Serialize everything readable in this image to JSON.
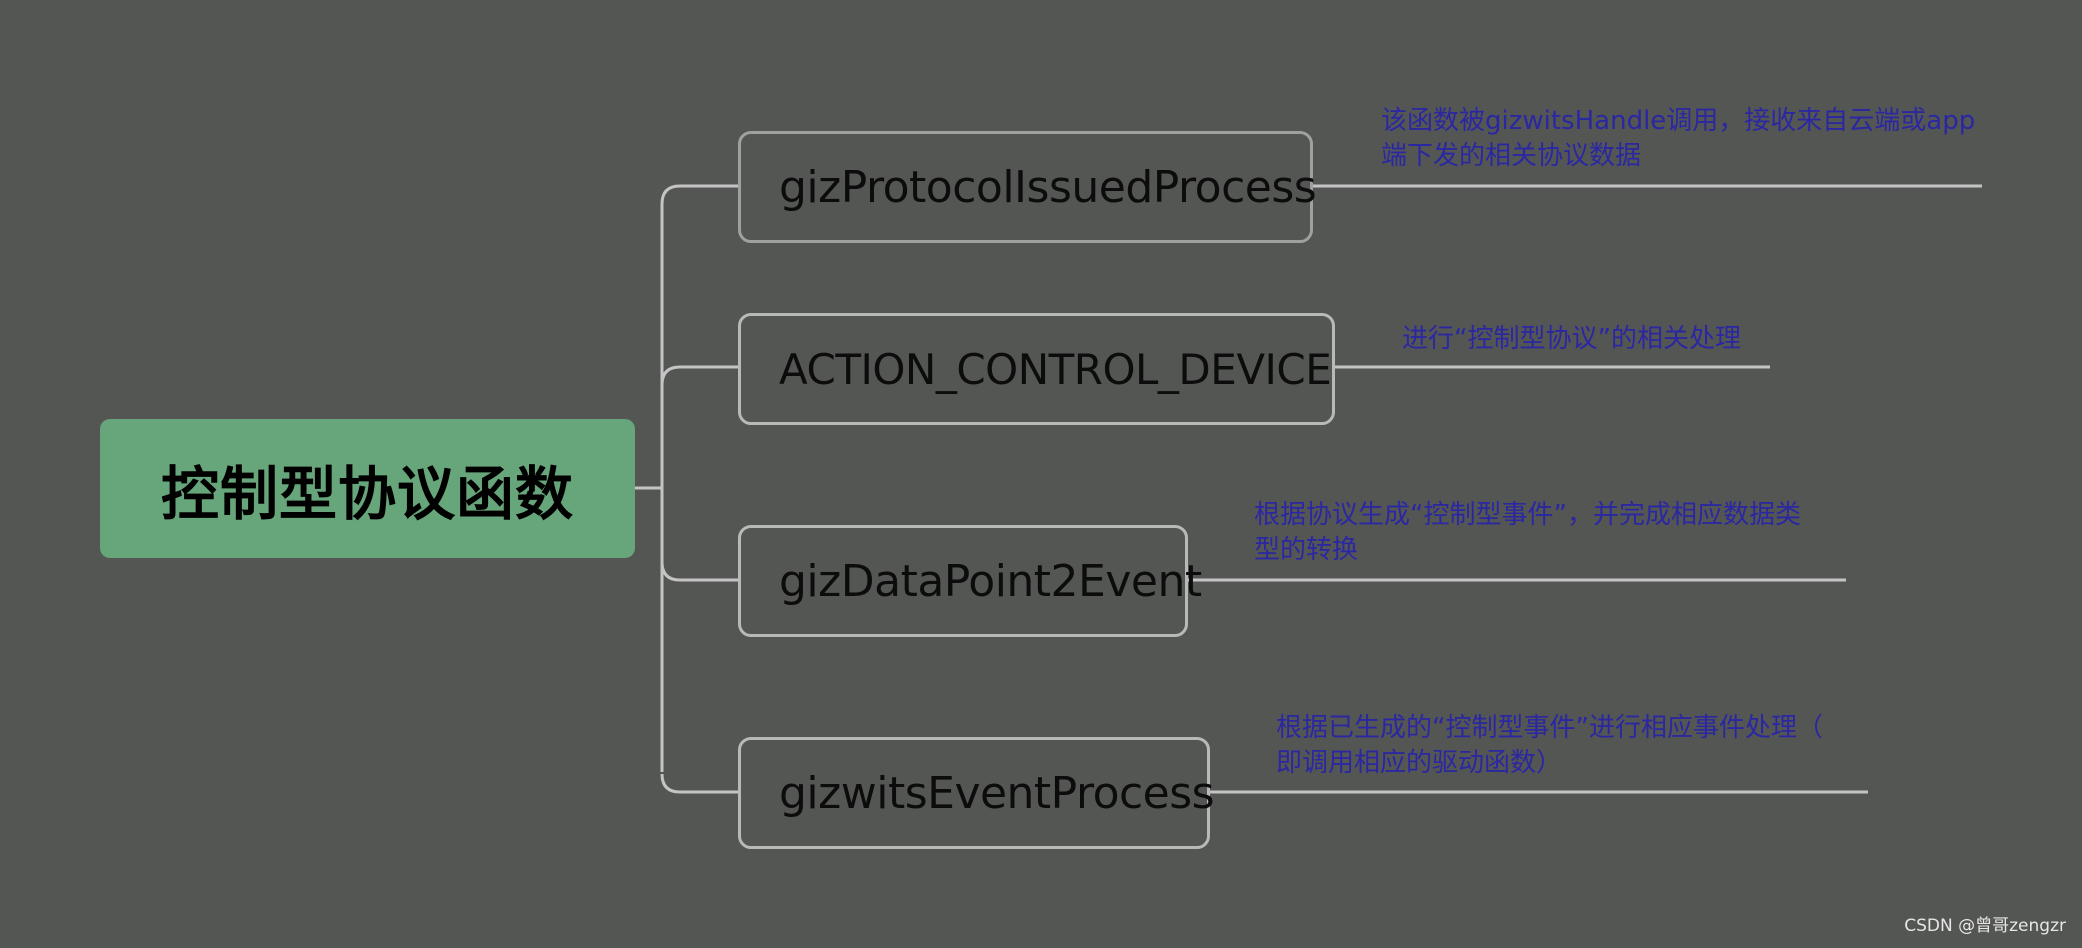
{
  "root": {
    "label": "控制型协议函数"
  },
  "colors": {
    "background": "#545653",
    "root_fill": "#67a57a",
    "node_border": "#b9b9b9",
    "connector": "#c4c4c4",
    "note_text": "#2b27a3"
  },
  "nodes": [
    {
      "label": "gizProtocolIssuedProcess",
      "note_lines": [
        "该函数被gizwitsHandle调用，接收来自云端或app",
        "端下发的相关协议数据"
      ]
    },
    {
      "label": "ACTION_CONTROL_DEVICE",
      "note_lines": [
        "进行“控制型协议”的相关处理"
      ]
    },
    {
      "label": "gizDataPoint2Event",
      "note_lines": [
        "根据协议生成“控制型事件”，并完成相应数据类",
        "型的转换"
      ]
    },
    {
      "label": "gizwitsEventProcess",
      "note_lines": [
        "根据已生成的“控制型事件”进行相应事件处理（",
        "即调用相应的驱动函数）"
      ]
    }
  ],
  "watermark": "CSDN @曾哥zengzr"
}
